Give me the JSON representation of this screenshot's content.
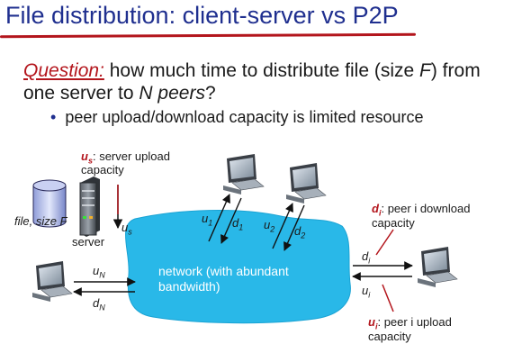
{
  "title": "File distribution: client-server vs P2P",
  "question": {
    "label": "Question:",
    "text_1": " how much time to distribute file (size ",
    "var_F": "F",
    "text_2": ") from one server to ",
    "var_N": "N",
    "text_3": " peers",
    "text_4": "?"
  },
  "bullet": "peer upload/download capacity is limited resource",
  "labels": {
    "us_label": "u",
    "us_sub": "s",
    "us_colon_text": ": server upload",
    "us_line2": "capacity",
    "us_near": "u",
    "us_near_sub": "s",
    "file_size": "file, size F",
    "server": "server",
    "u1": "u",
    "u1_sub": "1",
    "d1": "d",
    "d1_sub": "1",
    "u2": "u",
    "u2_sub": "2",
    "d2": "d",
    "d2_sub": "2",
    "network": "network (with abundant bandwidth)",
    "uN": "u",
    "uN_sub": "N",
    "dN": "d",
    "dN_sub": "N",
    "di": "d",
    "di_sub": "i",
    "ui": "u",
    "ui_sub": "i",
    "di_label": "d",
    "di_label_sub": "i",
    "di_label_text": ": peer i download",
    "di_line2": "capacity",
    "ui_label": "u",
    "ui_label_sub": "i",
    "ui_label_text": ": peer i upload",
    "ui_line2": "capacity"
  },
  "colors": {
    "title": "#1f2f8f",
    "accent_red": "#b3151c",
    "network_fill": "#29b8e8"
  },
  "icons": [
    "database-icon",
    "server-icon",
    "computer-icon"
  ]
}
